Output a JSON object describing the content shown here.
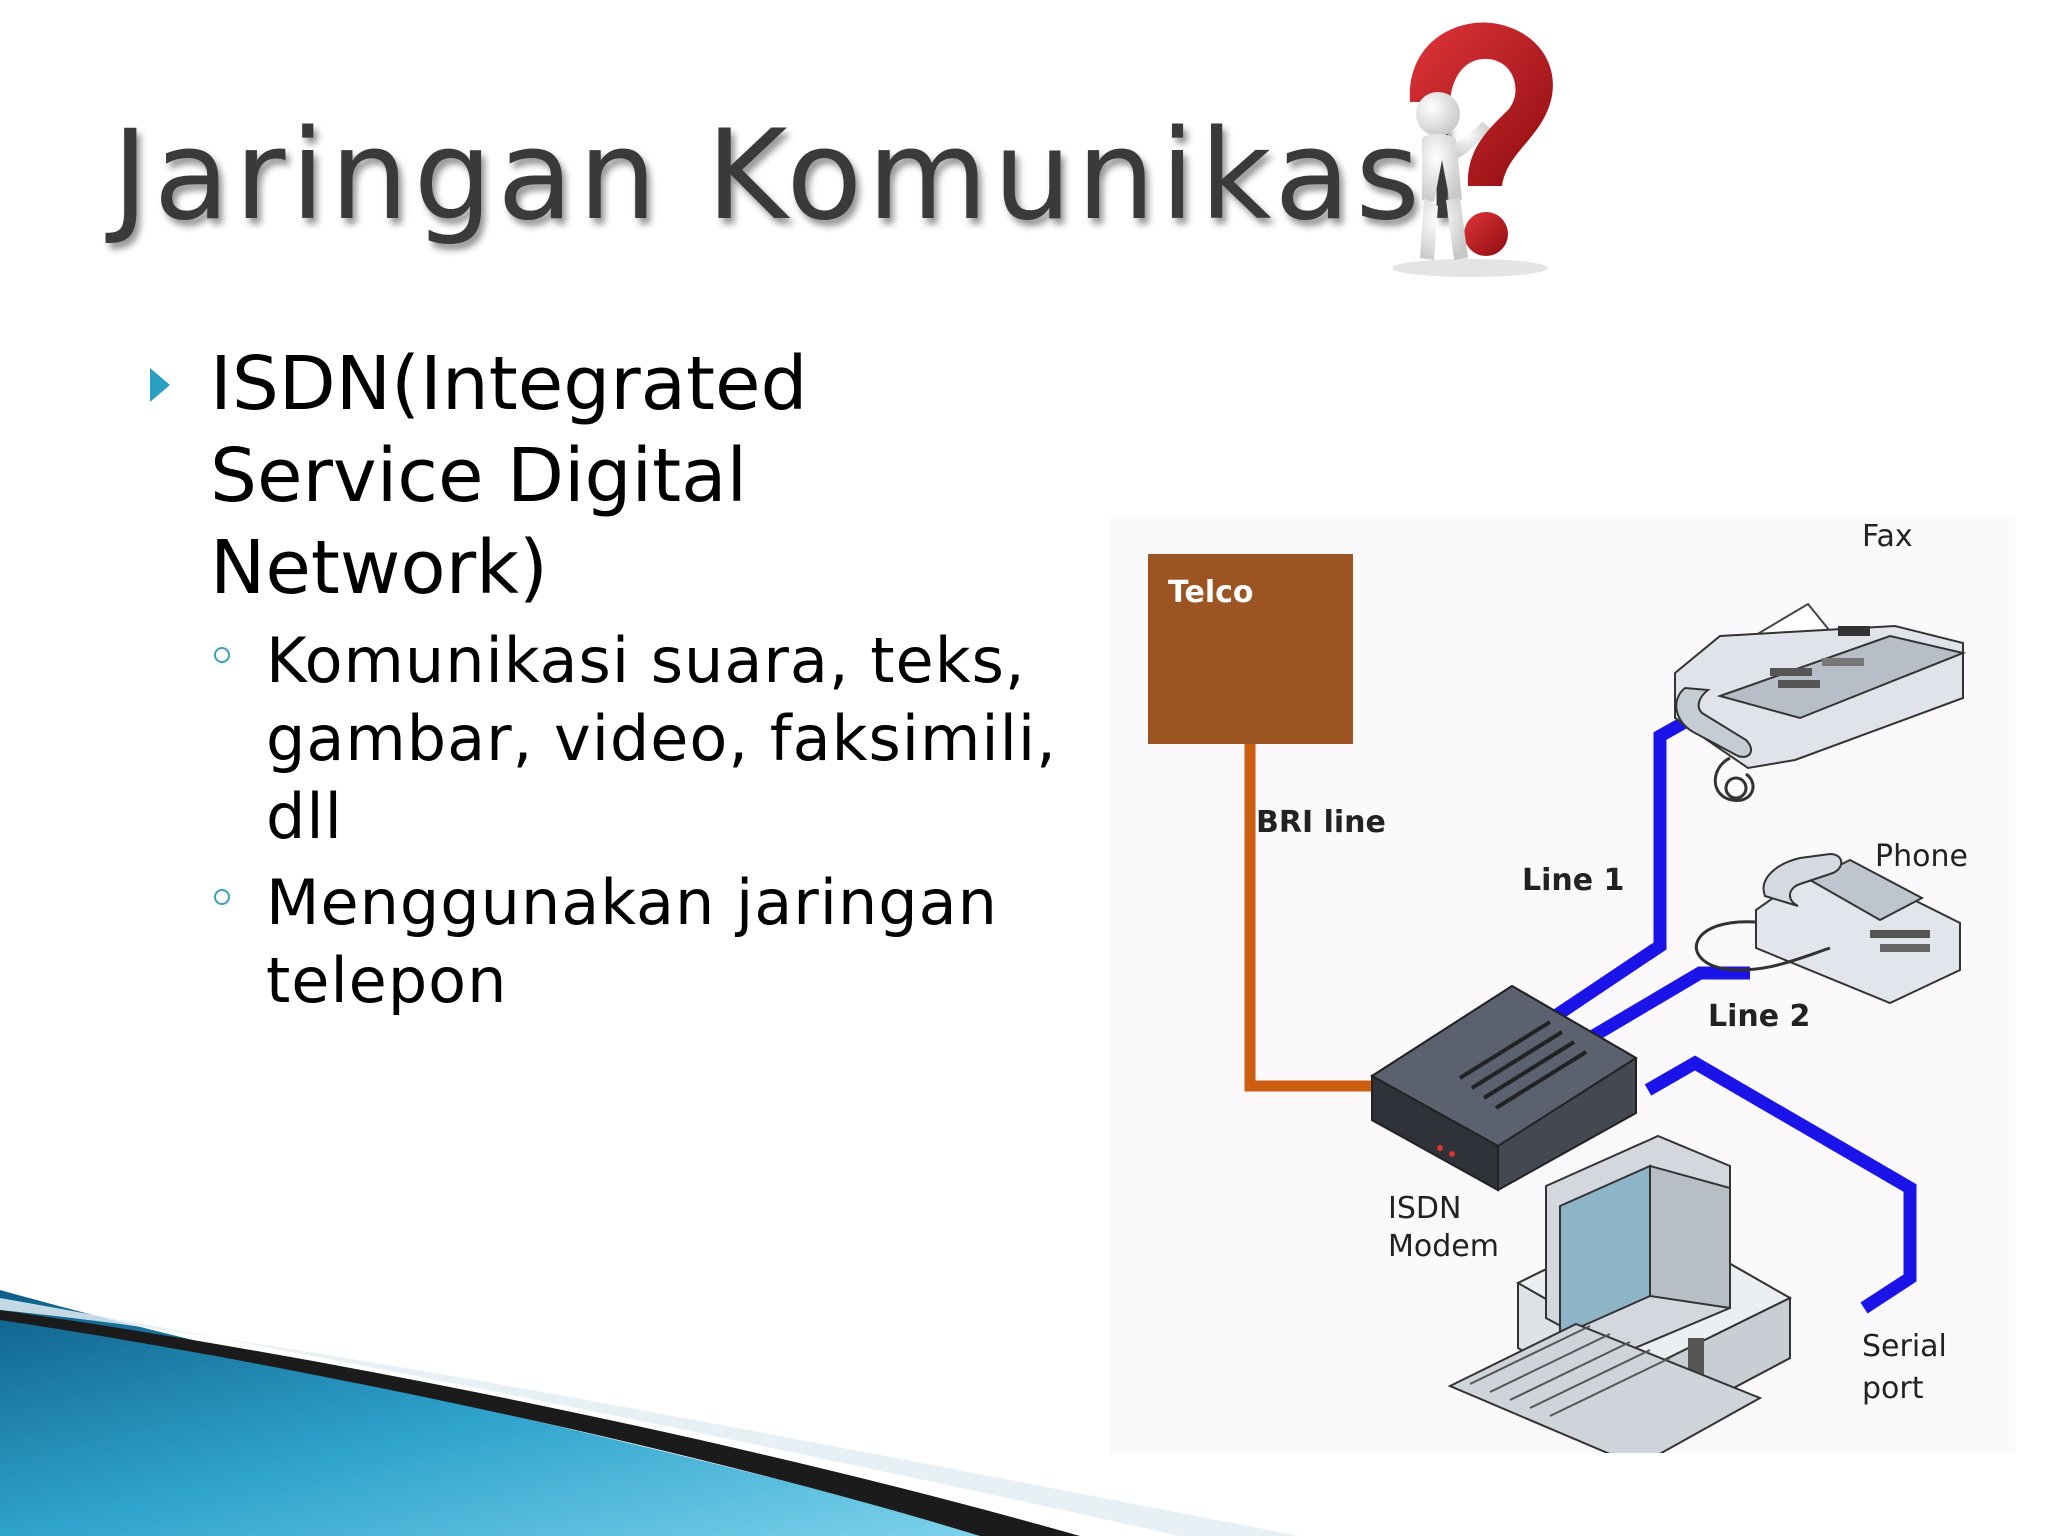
{
  "slide": {
    "title": "Jaringan Komunikasi",
    "title_color": "#3a3a3a",
    "bullet_color": "#2a9fc0"
  },
  "bullets": [
    {
      "text": "ISDN(Integrated Service Digital Network)",
      "children": [
        "Komunikasi suara, teks, gambar, video, faksimili, dll",
        "Menggunakan jaringan telepon"
      ]
    }
  ],
  "diagram": {
    "telco_label": "Telco",
    "bri_line_label": "BRI line",
    "line1_label": "Line 1",
    "line2_label": "Line 2",
    "fax_label": "Fax",
    "phone_label": "Phone",
    "modem_label_1": "ISDN",
    "modem_label_2": "Modem",
    "serial_label_1": "Serial",
    "serial_label_2": "port",
    "colors": {
      "telco_box": "#9c5423",
      "bri_line": "#cc5e12",
      "isdn_lines": "#1a14e8"
    }
  },
  "icons": [
    "question-mark-figure-icon",
    "fax-machine-icon",
    "telephone-icon",
    "isdn-modem-icon",
    "desktop-computer-icon"
  ]
}
